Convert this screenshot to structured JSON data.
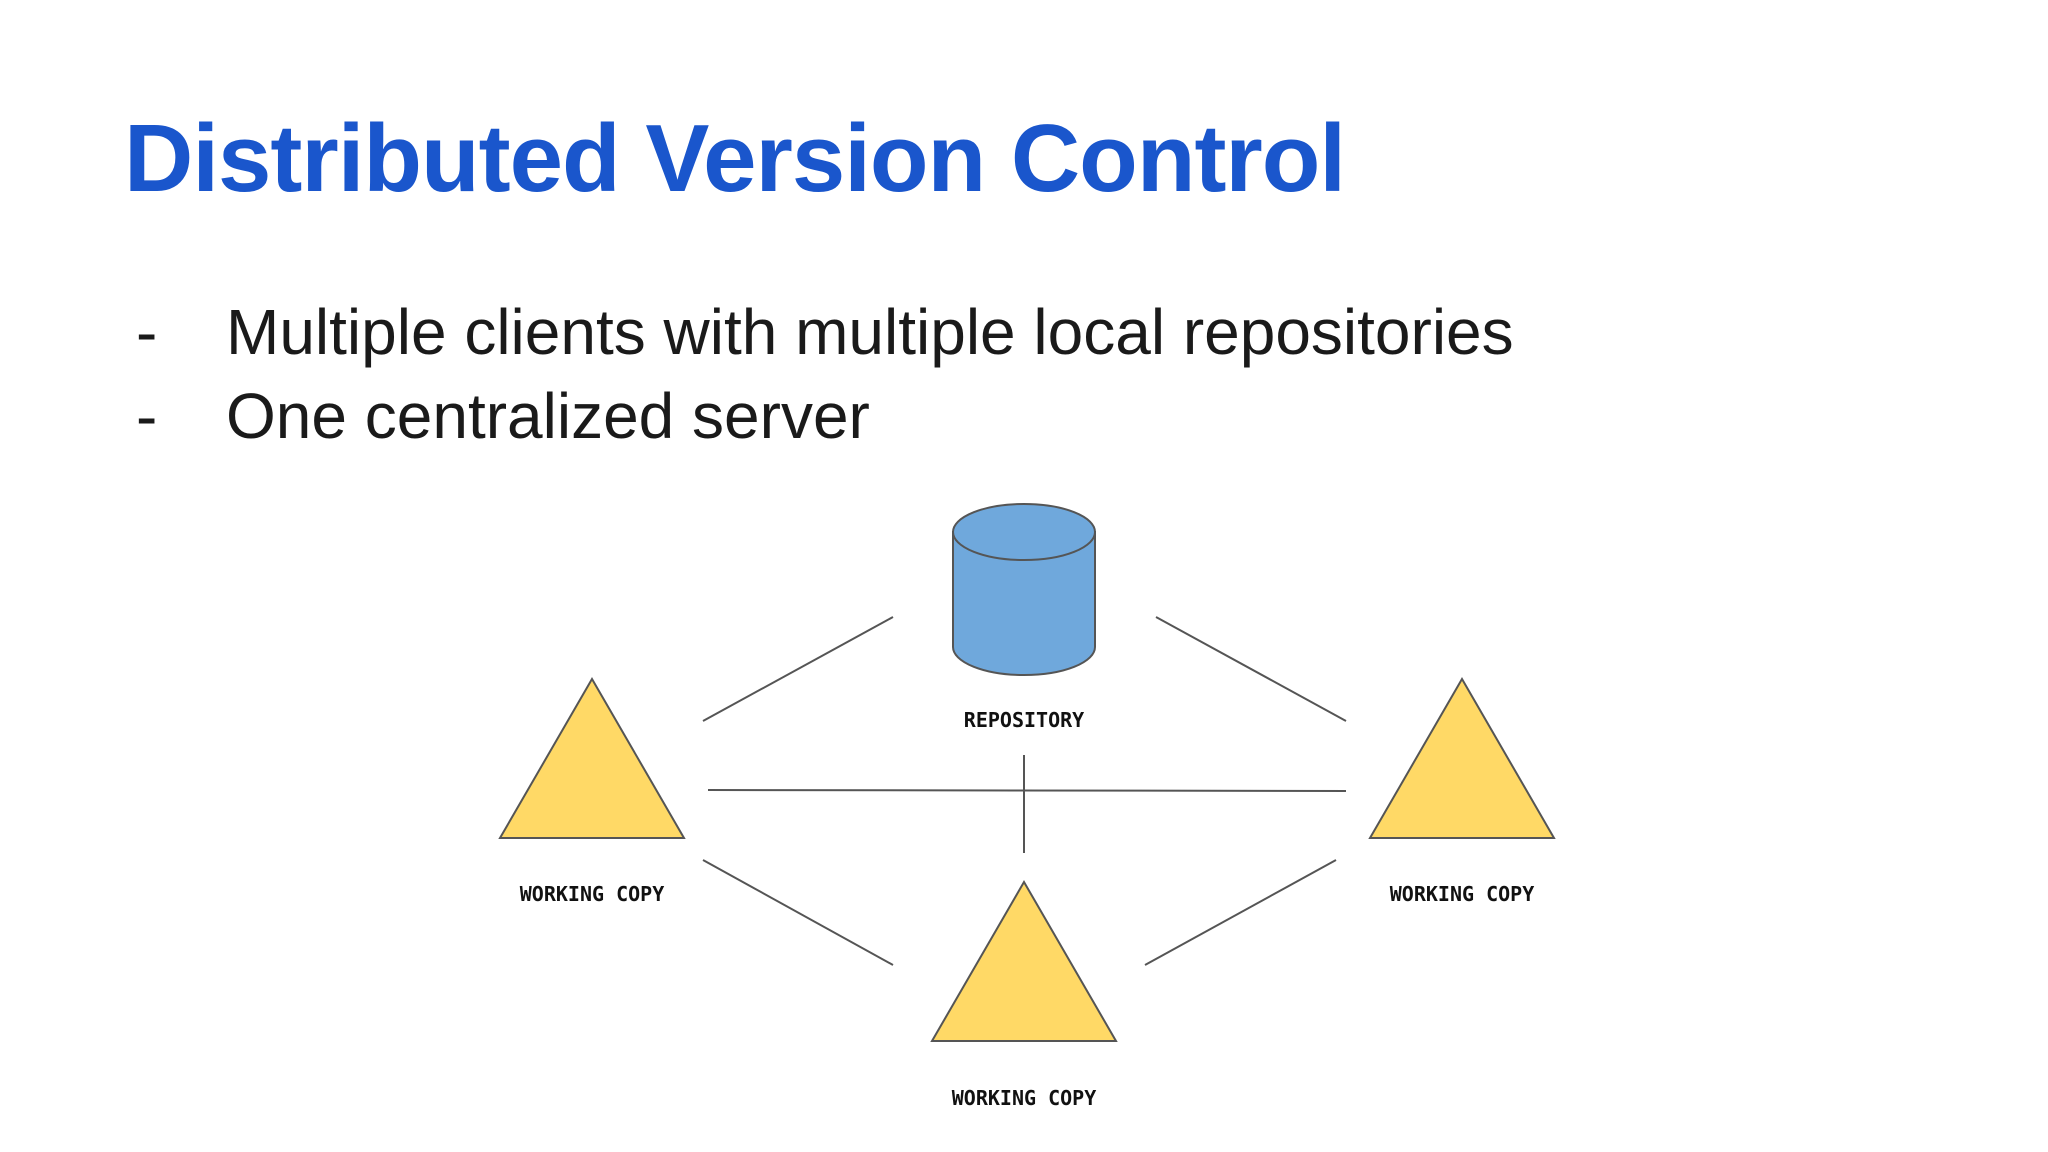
{
  "slide": {
    "title": "Distributed Version Control",
    "title_color": "#1a56cc",
    "bullet_marker": "-",
    "bullets": [
      "Multiple clients with multiple local repositories",
      "One centralized server"
    ]
  },
  "diagram": {
    "nodes": [
      {
        "id": "repository",
        "shape": "cylinder",
        "label": "REPOSITORY",
        "color": "#6fa8dc"
      },
      {
        "id": "working-copy-left",
        "shape": "triangle",
        "label": "WORKING COPY",
        "color": "#ffd966"
      },
      {
        "id": "working-copy-right",
        "shape": "triangle",
        "label": "WORKING COPY",
        "color": "#ffd966"
      },
      {
        "id": "working-copy-bottom",
        "shape": "triangle",
        "label": "WORKING COPY",
        "color": "#ffd966"
      }
    ],
    "connections": [
      [
        "repository",
        "working-copy-left"
      ],
      [
        "repository",
        "working-copy-right"
      ],
      [
        "repository",
        "working-copy-bottom"
      ],
      [
        "working-copy-left",
        "working-copy-right"
      ],
      [
        "working-copy-left",
        "working-copy-bottom"
      ],
      [
        "working-copy-right",
        "working-copy-bottom"
      ]
    ],
    "line_color": "#555555"
  }
}
